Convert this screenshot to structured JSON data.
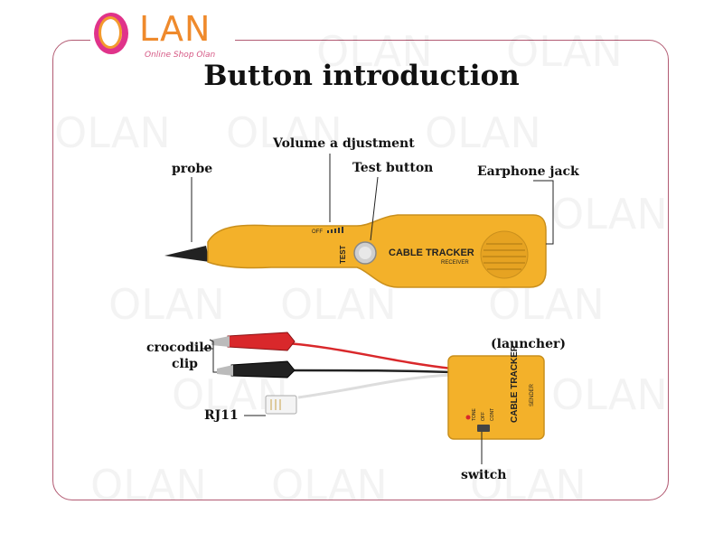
{
  "brand": {
    "name": "LAN",
    "tagline": "Online Shop Olan",
    "accent": "#e0338a",
    "accent2": "#f39a2e"
  },
  "title": "Button introduction",
  "labels": {
    "volume": "Volume a djustment",
    "probe": "probe",
    "test_button": "Test button",
    "earphone": "Earphone jack",
    "launcher": "(launcher)",
    "crocodile_line1": "crocodile",
    "crocodile_line2": "clip",
    "rj11": "RJ11",
    "switch": "switch"
  },
  "receiver_text": {
    "brand": "CABLE TRACKER",
    "model": "RECEIVER",
    "test": "TEST",
    "off": "OFF"
  },
  "sender_text": {
    "brand": "CABLE TRACKER",
    "model": "SENDER",
    "tone": "TONE",
    "off": "OFF",
    "cont": "CONT"
  },
  "colors": {
    "device": "#f3b12a",
    "red_clip": "#d9282b",
    "black_clip": "#222222"
  }
}
